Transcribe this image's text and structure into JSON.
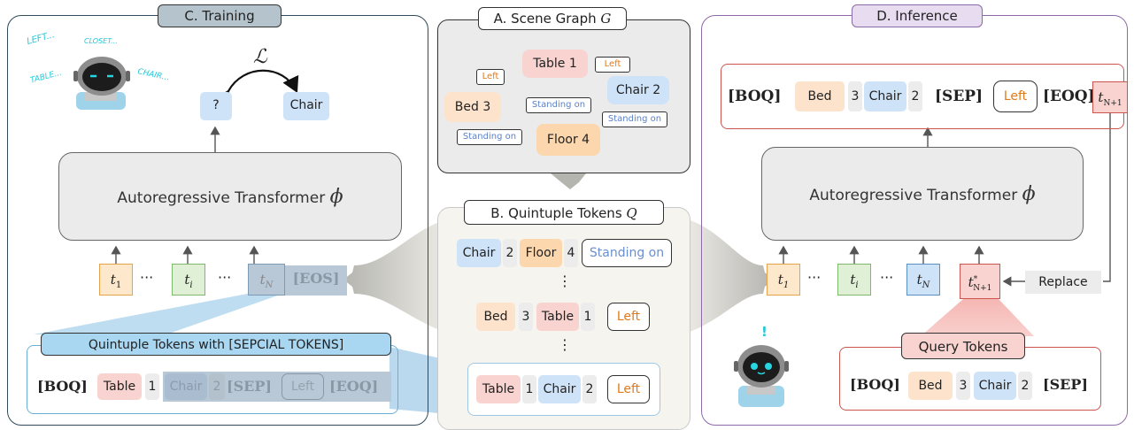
{
  "panels": {
    "training_title": "C. Training",
    "scene_title": "A. Scene Graph",
    "scene_title_symbol": "G",
    "quintuple_title": "B. Quintuple Tokens",
    "quintuple_title_symbol": "Q",
    "inference_title": "D. Inference"
  },
  "training": {
    "robot_thoughts": [
      "LEFT...",
      "CLOSET...",
      "TABLE...",
      "CHAIR..."
    ],
    "loss_symbol": "ℒ",
    "pred_token": "?",
    "target_token": "Chair",
    "transformer_label": "Autoregressive Transformer",
    "transformer_symbol": "ϕ",
    "tokens": [
      "t",
      "t",
      "t"
    ],
    "token_subscripts": [
      "1",
      "i",
      "N"
    ],
    "ellipsis": "···",
    "eos": "[EOS]",
    "special_title": "Quintuple Tokens with [SEPCIAL TOKENS]",
    "special_seq": {
      "boq": "[BOQ]",
      "obj1": "Table",
      "id1": "1",
      "obj2": "Chair",
      "id2": "2",
      "sep": "[SEP]",
      "rel": "Left",
      "eoq": "[EOQ]"
    }
  },
  "scene_graph": {
    "nodes": {
      "table": "Table 1",
      "chair": "Chair 2",
      "bed": "Bed 3",
      "floor": "Floor 4"
    },
    "edges": {
      "left1": "Left",
      "left2": "Left",
      "standing1": "Standing on",
      "standing2": "Standing on",
      "standing3": "Standing on"
    }
  },
  "quintuple": {
    "row1": {
      "obj1": "Chair",
      "id1": "2",
      "obj2": "Floor",
      "id2": "4",
      "rel": "Standing on"
    },
    "row2": {
      "obj1": "Bed",
      "id1": "3",
      "obj2": "Table",
      "id2": "1",
      "rel": "Left"
    },
    "row3": {
      "obj1": "Table",
      "id1": "1",
      "obj2": "Chair",
      "id2": "2",
      "rel": "Left"
    },
    "vdots": "⋮"
  },
  "inference": {
    "output_seq": {
      "boq": "[BOQ]",
      "obj1": "Bed",
      "id1": "3",
      "obj2": "Chair",
      "id2": "2",
      "sep": "[SEP]",
      "rel": "Left",
      "eoq": "[EOQ]",
      "next_token": "t",
      "next_sub": "N+1"
    },
    "transformer_label": "Autoregressive Transformer",
    "transformer_symbol": "ϕ",
    "tokens": [
      "t",
      "t",
      "t"
    ],
    "token_subscripts": [
      "1",
      "i",
      "N"
    ],
    "ellipsis": "···",
    "star_token": "t",
    "star_sub": "N+1",
    "star_sup": "*",
    "replace_label": "Replace",
    "robot_exclaim": "!",
    "query_title": "Query Tokens",
    "query_seq": {
      "boq": "[BOQ]",
      "obj1": "Bed",
      "id1": "3",
      "obj2": "Chair",
      "id2": "2",
      "sep": "[SEP]"
    }
  },
  "colors": {
    "red_token": "#f8d3cf",
    "blue_token": "#cfe3f8",
    "orange_token": "#fcd6ac",
    "relation_orange": "#e07a1a",
    "relation_blue": "#6a8fd0",
    "training_title_bg": "#b5c3cc",
    "inference_border": "#8e6aa8",
    "inference_title_bg": "#e8dcf0"
  }
}
